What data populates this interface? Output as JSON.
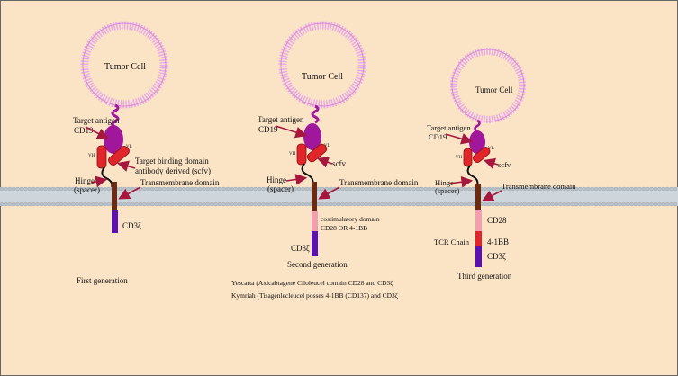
{
  "colors": {
    "background": "#fbe3c6",
    "membrane": "#b9c2c9",
    "tumor_ring": "#e7a9e8",
    "antigen": "#a0179c",
    "binding": "#e0262b",
    "arrow": "#a5173d",
    "transmembrane": "#6b2b12",
    "costim": "#f2a0b0",
    "cd3z": "#5b12b0",
    "tcr": "#e0262b"
  },
  "generations": [
    {
      "name": "First generation",
      "tumor_label": "Tumor Cell",
      "target_antigen": "Target antigen",
      "cd19": "CD19",
      "vh": "VH",
      "vl": "VL",
      "binding_label": "Target binding domain",
      "scfv_label": "antibody derived  (scfv)",
      "hinge": "Hinge",
      "spacer": "(spacer)",
      "transmembrane": "Transmembrane domain",
      "cd3z": "CD3ζ"
    },
    {
      "name": "Second generation",
      "tumor_label": "Tumor Cell",
      "target_antigen": "Target antigen",
      "cd19": "CD19",
      "vh": "VH",
      "vl": "VL",
      "scfv_label": "scfv",
      "hinge": "Hinge",
      "spacer": "(spacer)",
      "transmembrane": "Transmembrane domain",
      "costim_line1": "costimulatory domain",
      "costim_line2": "CD28 OR  4-1BB",
      "cd3z": "CD3ζ",
      "note1": "Yescarta (Axicabtagene Ciloleucel  contain CD28 and  CD3ζ",
      "note2": "Kymriah (Tisagenlecleucel  posses  4-1BB (CD137) and  CD3ζ"
    },
    {
      "name": "Third generation",
      "tumor_label": "Tumor Cell",
      "target_antigen": "Target antigen",
      "cd19": "CD19",
      "vh": "VH",
      "vl": "VL",
      "scfv_label": "scfv",
      "hinge": "Hinge",
      "spacer": "(spacer)",
      "transmembrane": "Transmembrane domain",
      "cd28": "CD28",
      "tcr_chain": "TCR Chain",
      "fourone_bb": "4-1BB",
      "cd3z": "CD3ζ"
    }
  ]
}
